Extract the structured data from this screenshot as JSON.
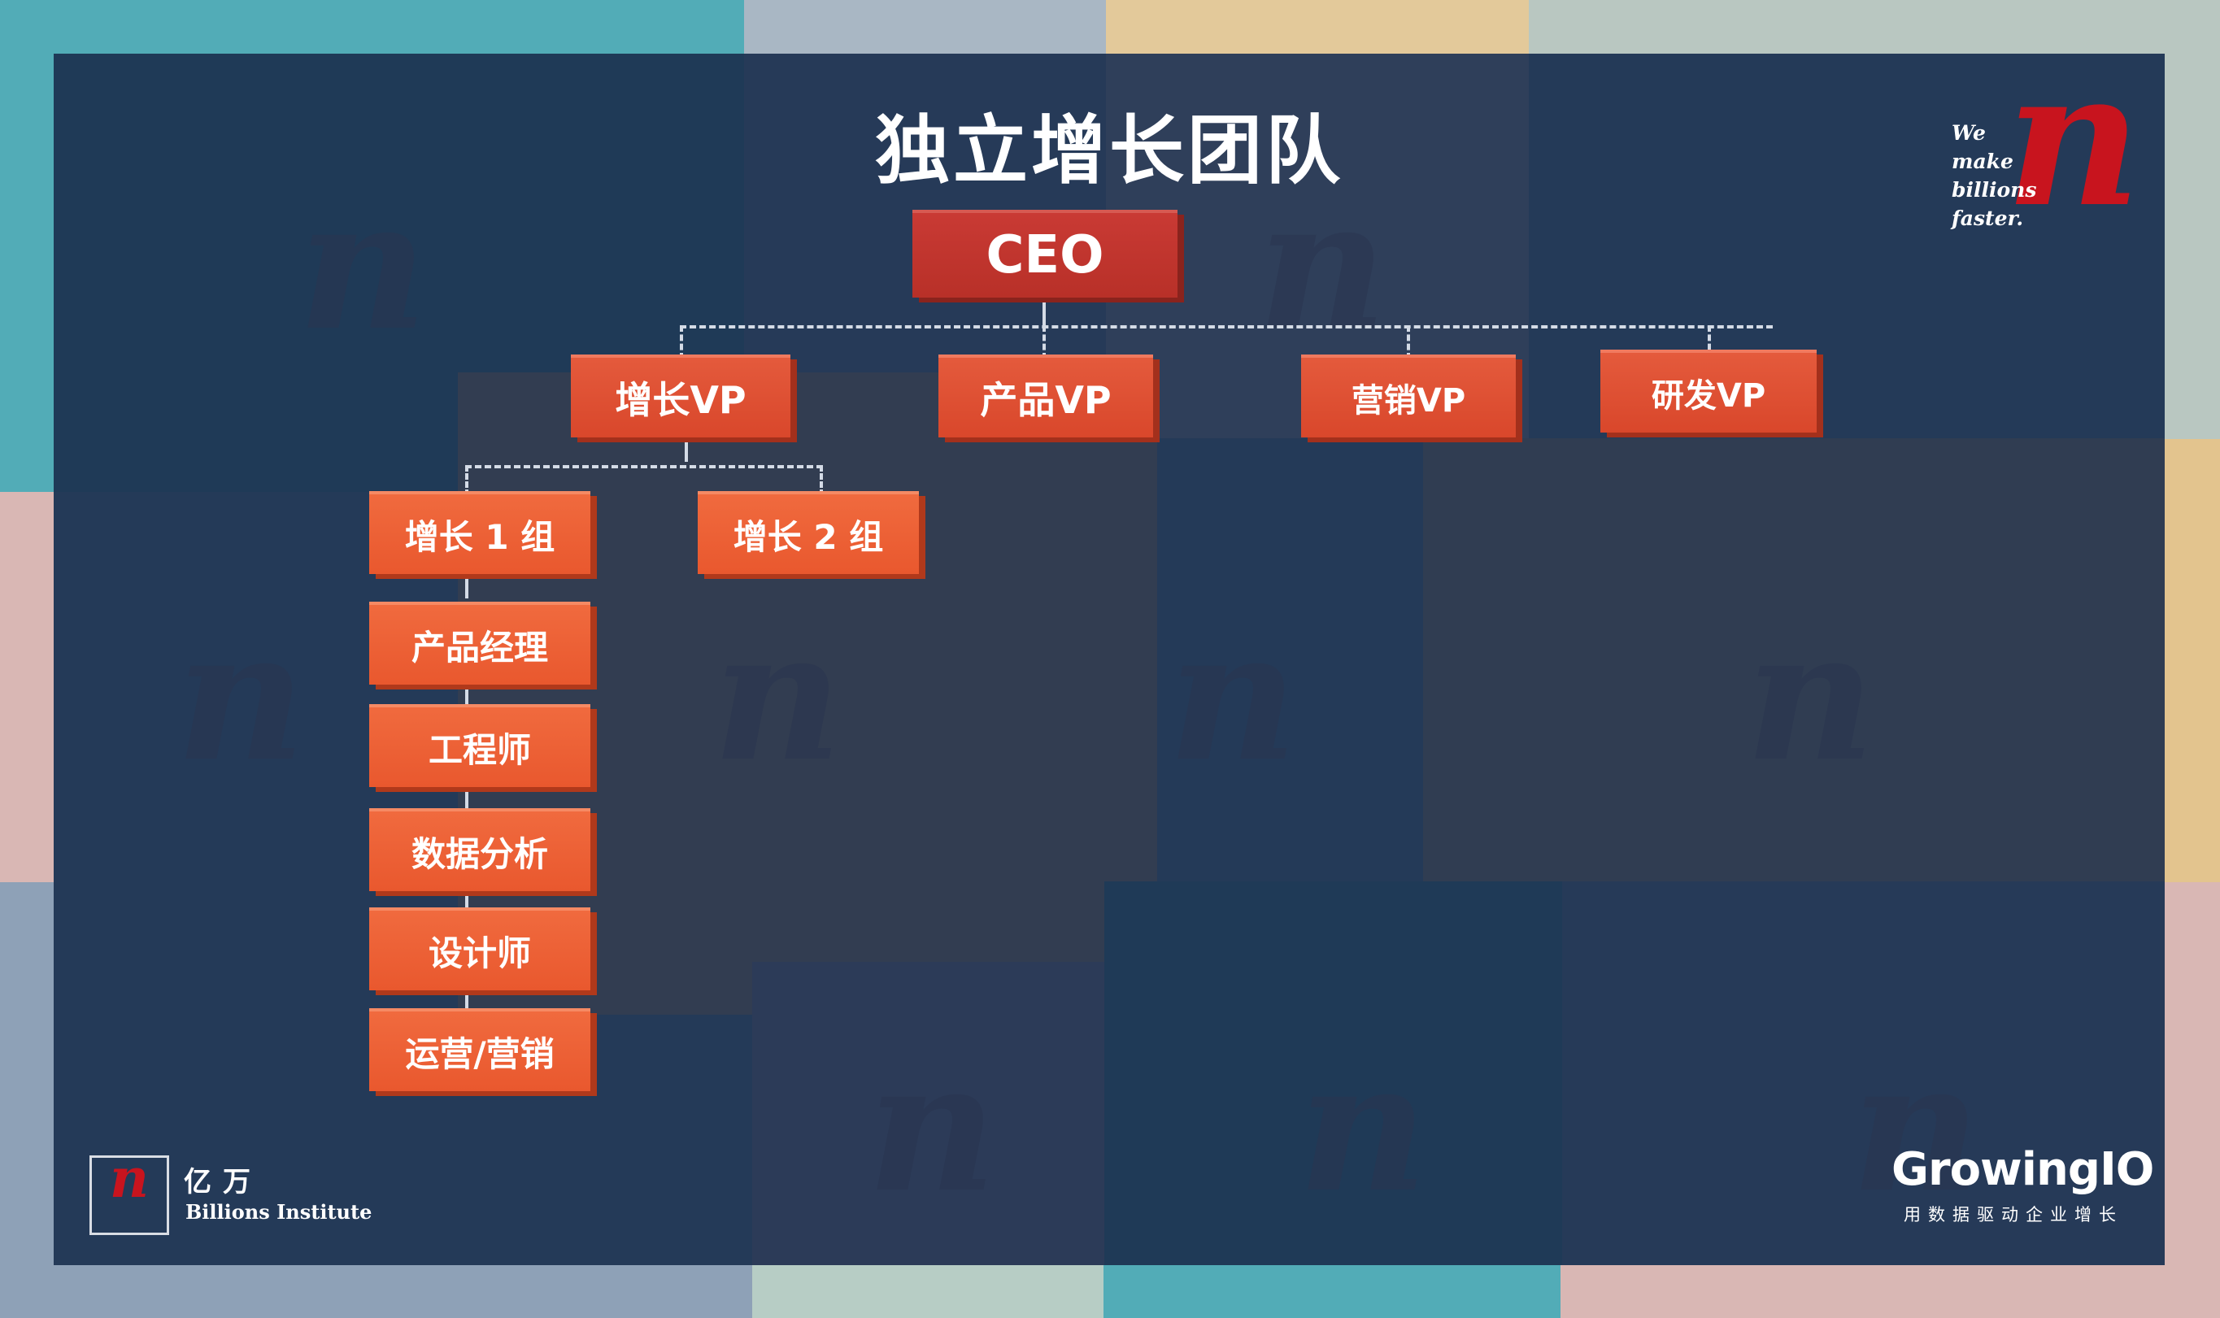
{
  "title": "独立增长团队",
  "org": {
    "ceo": "CEO",
    "vps": [
      "增长VP",
      "产品VP",
      "营销VP",
      "研发VP"
    ],
    "groups": [
      "增长 1 组",
      "增长 2 组"
    ],
    "roles": [
      "产品经理",
      "工程师",
      "数据分析",
      "设计师",
      "运营/营销"
    ]
  },
  "tagline": [
    "We",
    "make",
    "billions",
    "faster."
  ],
  "brand_mark": "n",
  "logo": {
    "mark": "n",
    "cn": "亿万",
    "en": "Billions Institute"
  },
  "partner": {
    "name": "GrowingIO",
    "slogan": "用数据驱动企业增长"
  },
  "colors": {
    "slide_bg": "#243a58",
    "box_red": "#e04d30",
    "ceo_red": "#c0352d",
    "brand_red": "#c8141e"
  }
}
